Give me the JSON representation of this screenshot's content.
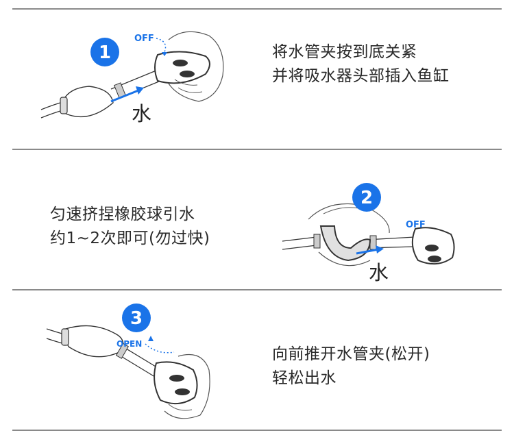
{
  "steps": [
    {
      "number": "1",
      "tag": "OFF",
      "water": "水",
      "lines": [
        "将水管夹按到底关紧",
        "并将吸水器头部插入鱼缸"
      ]
    },
    {
      "number": "2",
      "tag": "OFF",
      "water": "水",
      "lines": [
        "匀速挤捏橡胶球引水",
        "约1~2次即可(勿过快)"
      ]
    },
    {
      "number": "3",
      "tag": "OPEN",
      "lines": [
        "向前推开水管夹(松开)",
        "轻松出水"
      ]
    }
  ],
  "colors": {
    "badge": "#1a73e8",
    "tag": "#1a73e8",
    "arrow": "#1a73e8",
    "divider": "#8a8a8a"
  }
}
